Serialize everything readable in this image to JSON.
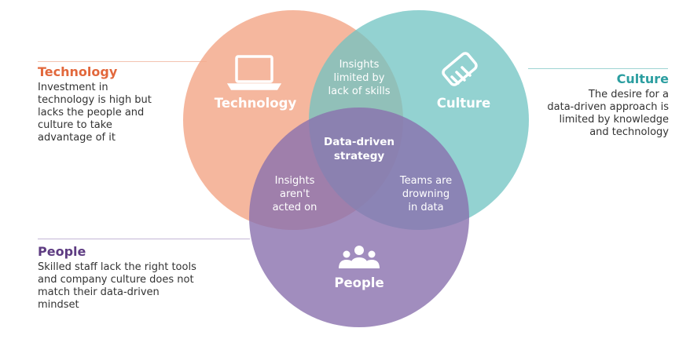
{
  "colors": {
    "technology": "#E2683C",
    "culture": "#2B9EA0",
    "people": "#5E3C82",
    "body_text": "#333333"
  },
  "side_panels": {
    "technology": {
      "title": "Technology",
      "lines": [
        "Investment in",
        "technology is high but",
        "lacks the people and",
        "culture to take",
        "advantage of it"
      ]
    },
    "culture": {
      "title": "Culture",
      "lines": [
        "The desire for a",
        "data-driven approach is",
        "limited by knowledge",
        "and technology"
      ]
    },
    "people": {
      "title": "People",
      "lines": [
        "Skilled staff lack the right tools",
        "and company culture does not",
        "match their data-driven",
        "mindset"
      ]
    }
  },
  "venn": {
    "circles": {
      "technology": {
        "label": "Technology",
        "icon": "laptop-icon",
        "color": "#F3AA8D"
      },
      "culture": {
        "label": "Culture",
        "icon": "handshake-icon",
        "color": "#6FC3C2"
      },
      "people": {
        "label": "People",
        "icon": "group-icon",
        "color": "#8A70AE"
      }
    },
    "intersections": {
      "technology_culture": [
        "Insights",
        "limited by",
        "lack of skills"
      ],
      "technology_people": [
        "Insights",
        "aren't",
        "acted on"
      ],
      "culture_people": [
        "Teams  are",
        "drowning",
        "in data"
      ],
      "center": [
        "Data-driven",
        "strategy"
      ]
    }
  }
}
